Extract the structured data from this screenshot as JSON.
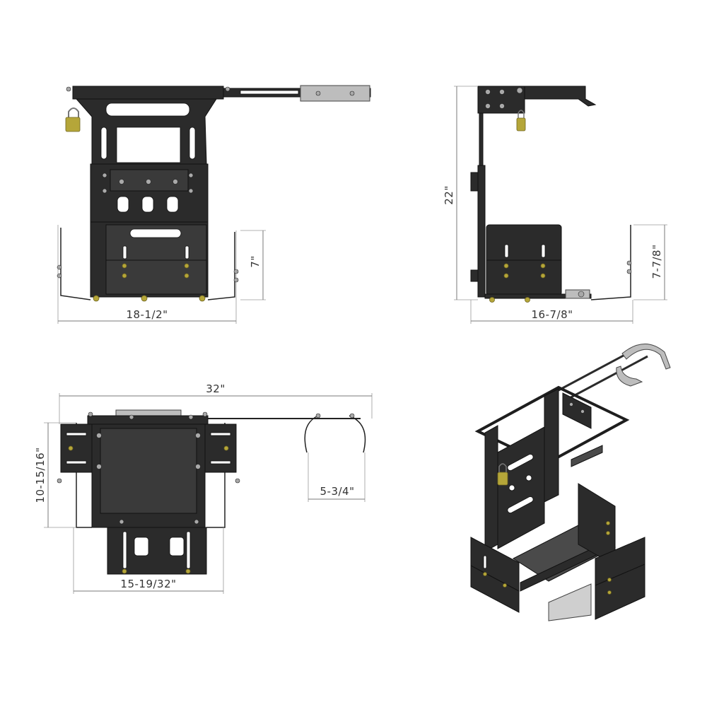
{
  "dimensions": {
    "front_width": "18-1/2\"",
    "front_height": "7\"",
    "side_height": "22\"",
    "side_width": "16-7/8\"",
    "side_tray_height": "7-7/8\"",
    "top_length": "32\"",
    "top_depth": "10-15/16\"",
    "top_width": "15-19/32\"",
    "clamp_span": "5-3/4\""
  },
  "colors": {
    "steel": "#2b2b2b",
    "padlock": "#b5a639",
    "clamp": "#bdbdbd",
    "dimension_line": "#7a7a7a"
  }
}
